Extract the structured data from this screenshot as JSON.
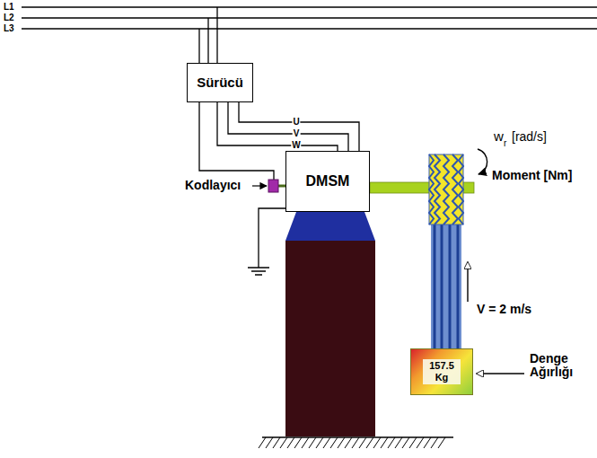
{
  "diagram": {
    "nodes": [
      {
        "text": [
          "Sürücü"
        ]
      },
      {
        "text": [
          "DMSM"
        ]
      },
      {
        "text": [
          "157.5 Kg"
        ]
      }
    ],
    "edges": [
      {
        "from": 0,
        "to": 1,
        "label": "U",
        "arrow": "none"
      },
      {
        "from": 0,
        "to": 1,
        "label": "V",
        "arrow": "none"
      },
      {
        "from": 0,
        "to": 1,
        "label": "W",
        "arrow": "none"
      }
    ],
    "labels": [
      "L1",
      "L2",
      "L3",
      "Kodlayıcı",
      "w",
      "r",
      "[rad/s]",
      "Moment [Nm]",
      "V = 2 m/s",
      "Denge Ağırlığı"
    ]
  }
}
